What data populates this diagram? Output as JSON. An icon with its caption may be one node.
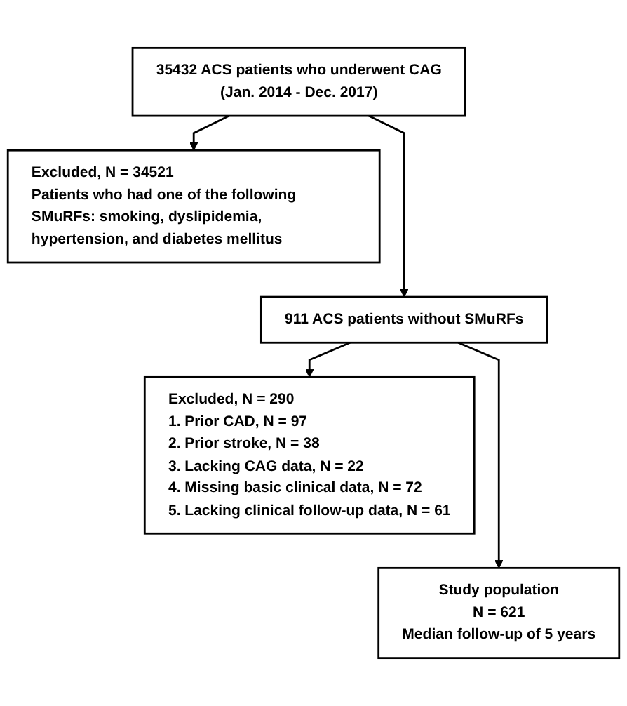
{
  "diagram": {
    "nodes": [
      {
        "text": [
          "35432 ACS patients who underwent CAG",
          "(Jan. 2014 - Dec. 2017)"
        ]
      },
      {
        "text": [
          "Excluded, N = 34521",
          "Patients who had one of the following SMuRFs: smoking, dyslipidemia, hypertension, and diabetes mellitus"
        ]
      },
      {
        "text": [
          "911 ACS patients without SMuRFs"
        ]
      },
      {
        "text": [
          "Excluded, N = 290",
          "1. Prior CAD, N = 97",
          "2. Prior stroke, N = 38",
          "3. Lacking CAG data, N = 22",
          "4. Missing basic clinical data, N = 72",
          "5. Lacking clinical follow-up data, N = 61"
        ]
      },
      {
        "text": [
          "Study population",
          "N = 621",
          "Median follow-up of 5 years"
        ]
      }
    ],
    "edges": [
      {
        "from": 0,
        "to": 1,
        "arrow": "to"
      },
      {
        "from": 0,
        "to": 2,
        "arrow": "to"
      },
      {
        "from": 2,
        "to": 3,
        "arrow": "to"
      },
      {
        "from": 2,
        "to": 4,
        "arrow": "to"
      }
    ]
  }
}
